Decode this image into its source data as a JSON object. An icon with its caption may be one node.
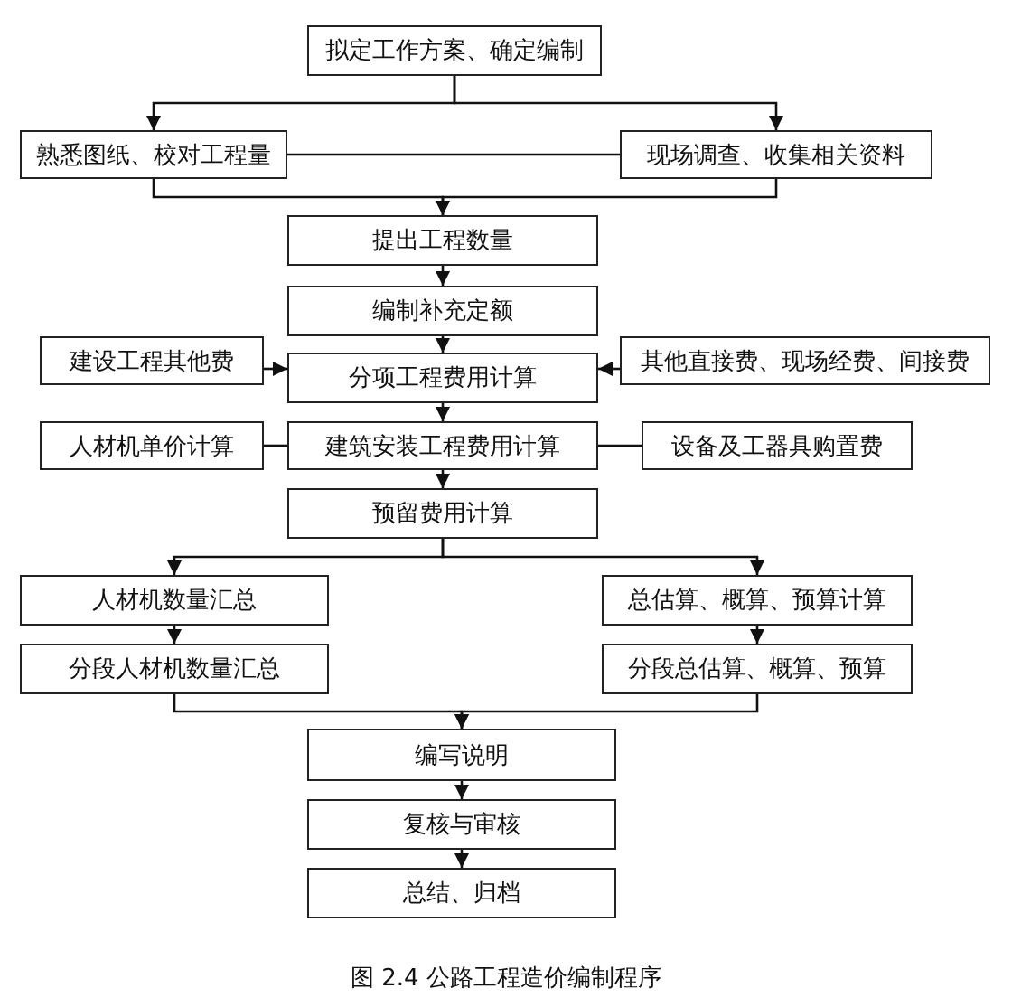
{
  "diagram": {
    "caption": "图 2.4 公路工程造价编制程序",
    "nodes": [
      {
        "text": [
          "拟定工作方案、确定编制"
        ]
      },
      {
        "text": [
          "熟悉图纸、校对工程量"
        ]
      },
      {
        "text": [
          "现场调查、收集相关资料"
        ]
      },
      {
        "text": [
          "提出工程数量"
        ]
      },
      {
        "text": [
          "编制补充定额"
        ]
      },
      {
        "text": [
          "建设工程其他费"
        ]
      },
      {
        "text": [
          "分项工程费用计算"
        ]
      },
      {
        "text": [
          "其他直接费、现场经费、间接费"
        ]
      },
      {
        "text": [
          "人材机单价计算"
        ]
      },
      {
        "text": [
          "建筑安装工程费用计算"
        ]
      },
      {
        "text": [
          "设备及工器具购置费"
        ]
      },
      {
        "text": [
          "预留费用计算"
        ]
      },
      {
        "text": [
          "人材机数量汇总"
        ]
      },
      {
        "text": [
          "总估算、概算、预算计算"
        ]
      },
      {
        "text": [
          "分段人材机数量汇总"
        ]
      },
      {
        "text": [
          "分段总估算、概算、预算"
        ]
      },
      {
        "text": [
          "编写说明"
        ]
      },
      {
        "text": [
          "复核与审核"
        ]
      },
      {
        "text": [
          "总结、归档"
        ]
      }
    ],
    "edges": [
      {
        "from": 0,
        "to": 1,
        "arrow": "to"
      },
      {
        "from": 0,
        "to": 2,
        "arrow": "to"
      },
      {
        "from": 1,
        "to": 2,
        "arrow": "none"
      },
      {
        "from": 1,
        "to": 3,
        "arrow": "to"
      },
      {
        "from": 2,
        "to": 3,
        "arrow": "to"
      },
      {
        "from": 3,
        "to": 4,
        "arrow": "to"
      },
      {
        "from": 4,
        "to": 6,
        "arrow": "to"
      },
      {
        "from": 5,
        "to": 6,
        "arrow": "to"
      },
      {
        "from": 7,
        "to": 6,
        "arrow": "to"
      },
      {
        "from": 6,
        "to": 9,
        "arrow": "to"
      },
      {
        "from": 8,
        "to": 9,
        "arrow": "none"
      },
      {
        "from": 10,
        "to": 9,
        "arrow": "none"
      },
      {
        "from": 9,
        "to": 11,
        "arrow": "to"
      },
      {
        "from": 11,
        "to": 12,
        "arrow": "to"
      },
      {
        "from": 11,
        "to": 13,
        "arrow": "to"
      },
      {
        "from": 12,
        "to": 14,
        "arrow": "to"
      },
      {
        "from": 13,
        "to": 15,
        "arrow": "to"
      },
      {
        "from": 14,
        "to": 16,
        "arrow": "to"
      },
      {
        "from": 15,
        "to": 16,
        "arrow": "to"
      },
      {
        "from": 16,
        "to": 17,
        "arrow": "to"
      },
      {
        "from": 17,
        "to": 18,
        "arrow": "to"
      }
    ]
  }
}
